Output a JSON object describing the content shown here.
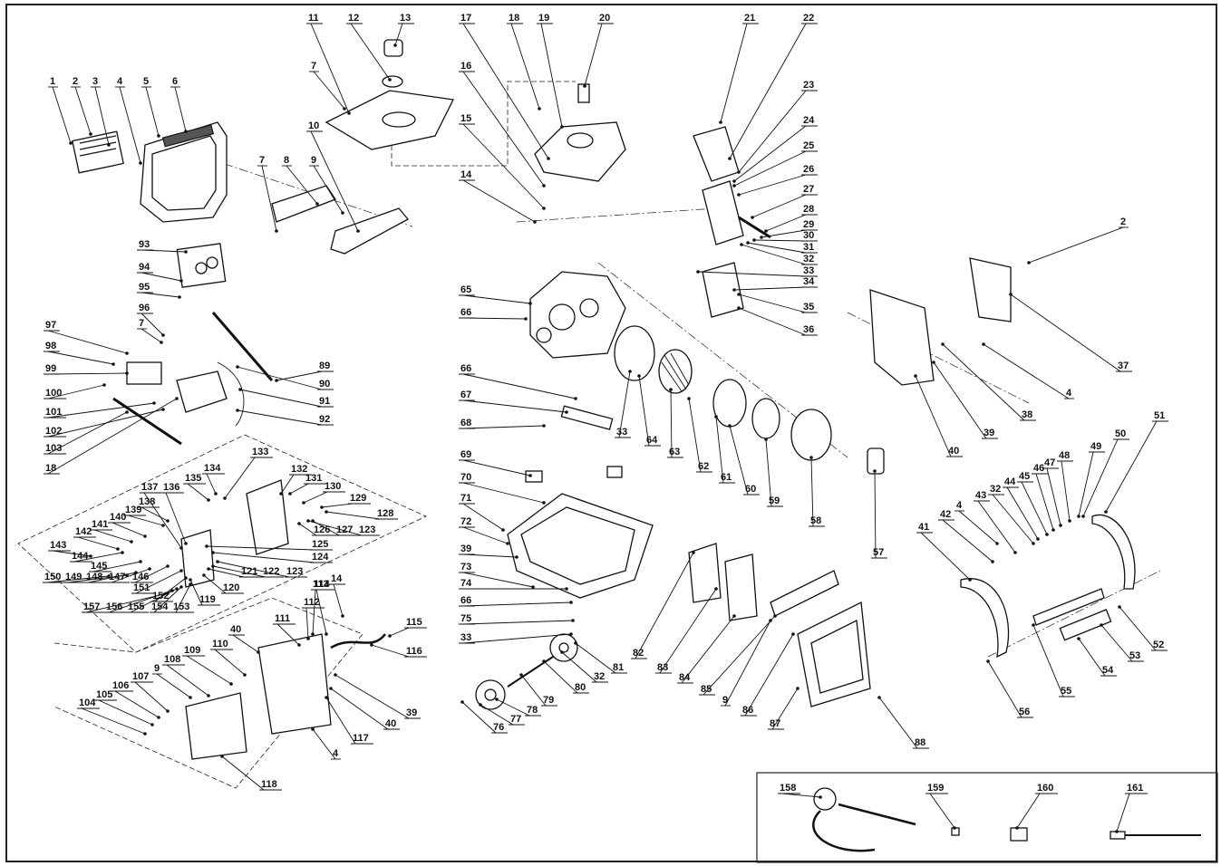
{
  "callouts": [
    "1",
    "2",
    "3",
    "4",
    "5",
    "6",
    "7",
    "8",
    "9",
    "10",
    "11",
    "12",
    "13",
    "14",
    "15",
    "16",
    "17",
    "18",
    "19",
    "20",
    "21",
    "22",
    "23",
    "24",
    "25",
    "26",
    "27",
    "28",
    "29",
    "30",
    "31",
    "32",
    "33",
    "34",
    "35",
    "36",
    "37",
    "38",
    "39",
    "40",
    "41",
    "42",
    "43",
    "44",
    "45",
    "46",
    "47",
    "48",
    "49",
    "50",
    "51",
    "52",
    "53",
    "54",
    "55",
    "56",
    "57",
    "58",
    "59",
    "60",
    "61",
    "62",
    "63",
    "64",
    "65",
    "66",
    "67",
    "68",
    "69",
    "70",
    "71",
    "72",
    "73",
    "74",
    "75",
    "76",
    "77",
    "78",
    "79",
    "80",
    "81",
    "82",
    "83",
    "84",
    "85",
    "86",
    "87",
    "88",
    "89",
    "90",
    "91",
    "92",
    "93",
    "94",
    "95",
    "96",
    "97",
    "98",
    "99",
    "100",
    "101",
    "102",
    "103",
    "104",
    "105",
    "106",
    "107",
    "108",
    "109",
    "110",
    "111",
    "112",
    "113",
    "114",
    "115",
    "116",
    "117",
    "118",
    "119",
    "120",
    "121",
    "122",
    "123",
    "124",
    "125",
    "126",
    "127",
    "128",
    "129",
    "130",
    "131",
    "132",
    "133",
    "134",
    "135",
    "136",
    "137",
    "138",
    "139",
    "140",
    "141",
    "142",
    "143",
    "144",
    "145",
    "146",
    "147",
    "148",
    "149",
    "150",
    "151",
    "152",
    "153",
    "154",
    "155",
    "156",
    "157",
    "158",
    "159",
    "160",
    "161"
  ]
}
